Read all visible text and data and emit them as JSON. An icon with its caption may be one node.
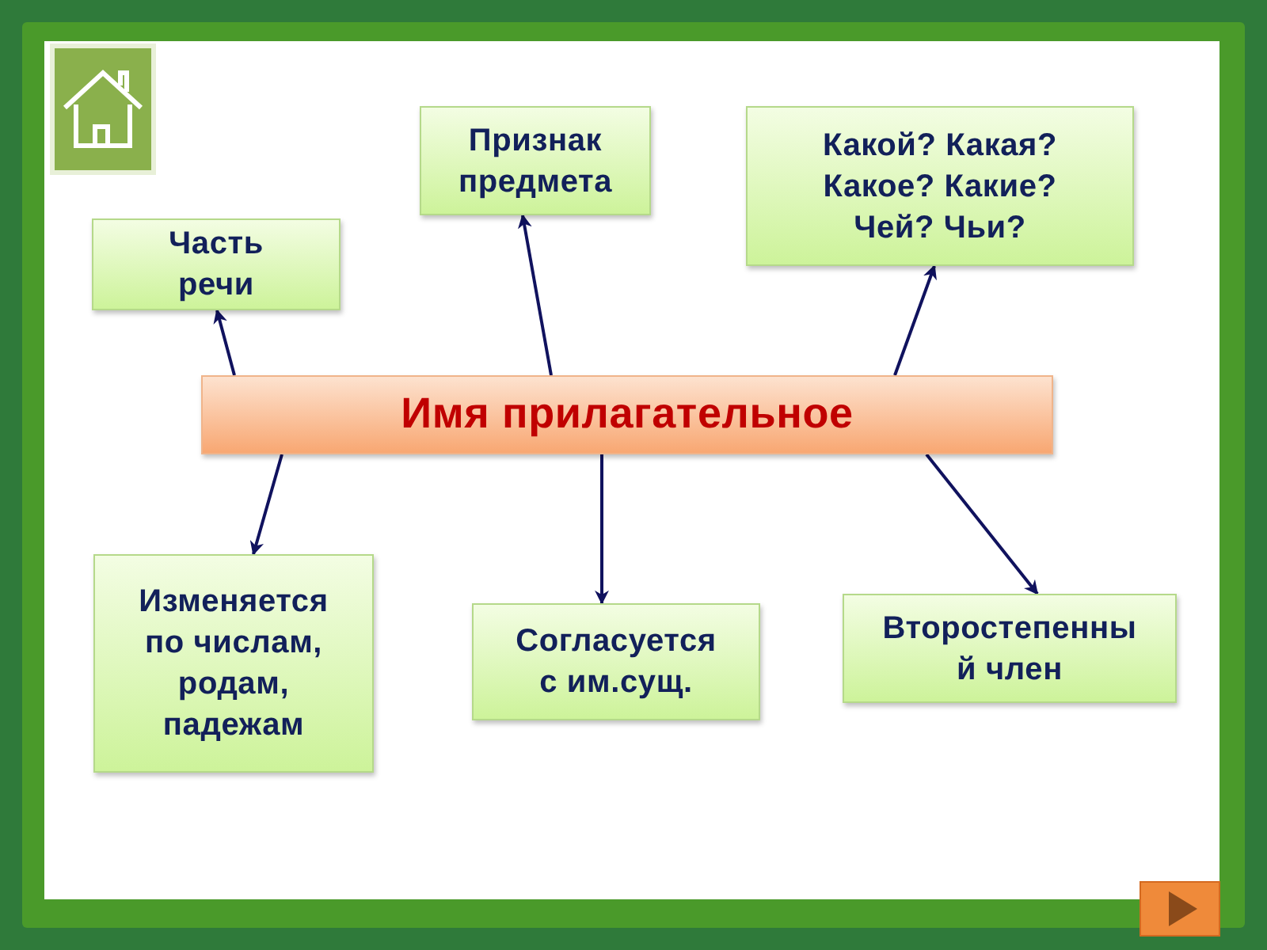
{
  "diagram": {
    "nodes": [
      {
        "text": [
          "Часть речи"
        ]
      },
      {
        "text": [
          "Признак предмета"
        ]
      },
      {
        "text": [
          "Какой? Какая? Какое? Какие? Чей? Чьи?"
        ]
      },
      {
        "text": [
          "Имя прилагательное"
        ]
      },
      {
        "text": [
          "Изменяется по числам, родам, падежам"
        ]
      },
      {
        "text": [
          "Согласуется с им.сущ."
        ]
      },
      {
        "text": [
          "Второстепенны й член"
        ]
      }
    ],
    "edges": [
      {
        "from": 3,
        "to": 0,
        "arrow": "to"
      },
      {
        "from": 3,
        "to": 1,
        "arrow": "to"
      },
      {
        "from": 3,
        "to": 2,
        "arrow": "to"
      },
      {
        "from": 3,
        "to": 4,
        "arrow": "to"
      },
      {
        "from": 3,
        "to": 5,
        "arrow": "to"
      },
      {
        "from": 3,
        "to": 6,
        "arrow": "to"
      }
    ]
  }
}
